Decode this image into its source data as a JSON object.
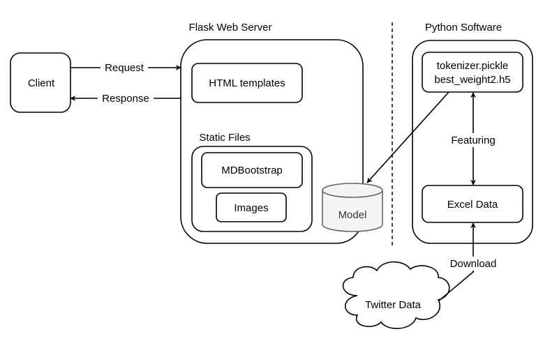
{
  "nodes": {
    "client": "Client",
    "flask_server": "Flask Web Server",
    "html_templates": "HTML templates",
    "static_files": "Static Files",
    "mdbootstrap": "MDBootstrap",
    "images": "Images",
    "model": "Model",
    "python_software": "Python Software",
    "weights_line1": "tokenizer.pickle",
    "weights_line2": "best_weight2.h5",
    "excel_data": "Excel Data",
    "twitter_data": "Twitter Data"
  },
  "edges": {
    "request": "Request",
    "response": "Response",
    "featuring": "Featuring",
    "download": "Download"
  }
}
